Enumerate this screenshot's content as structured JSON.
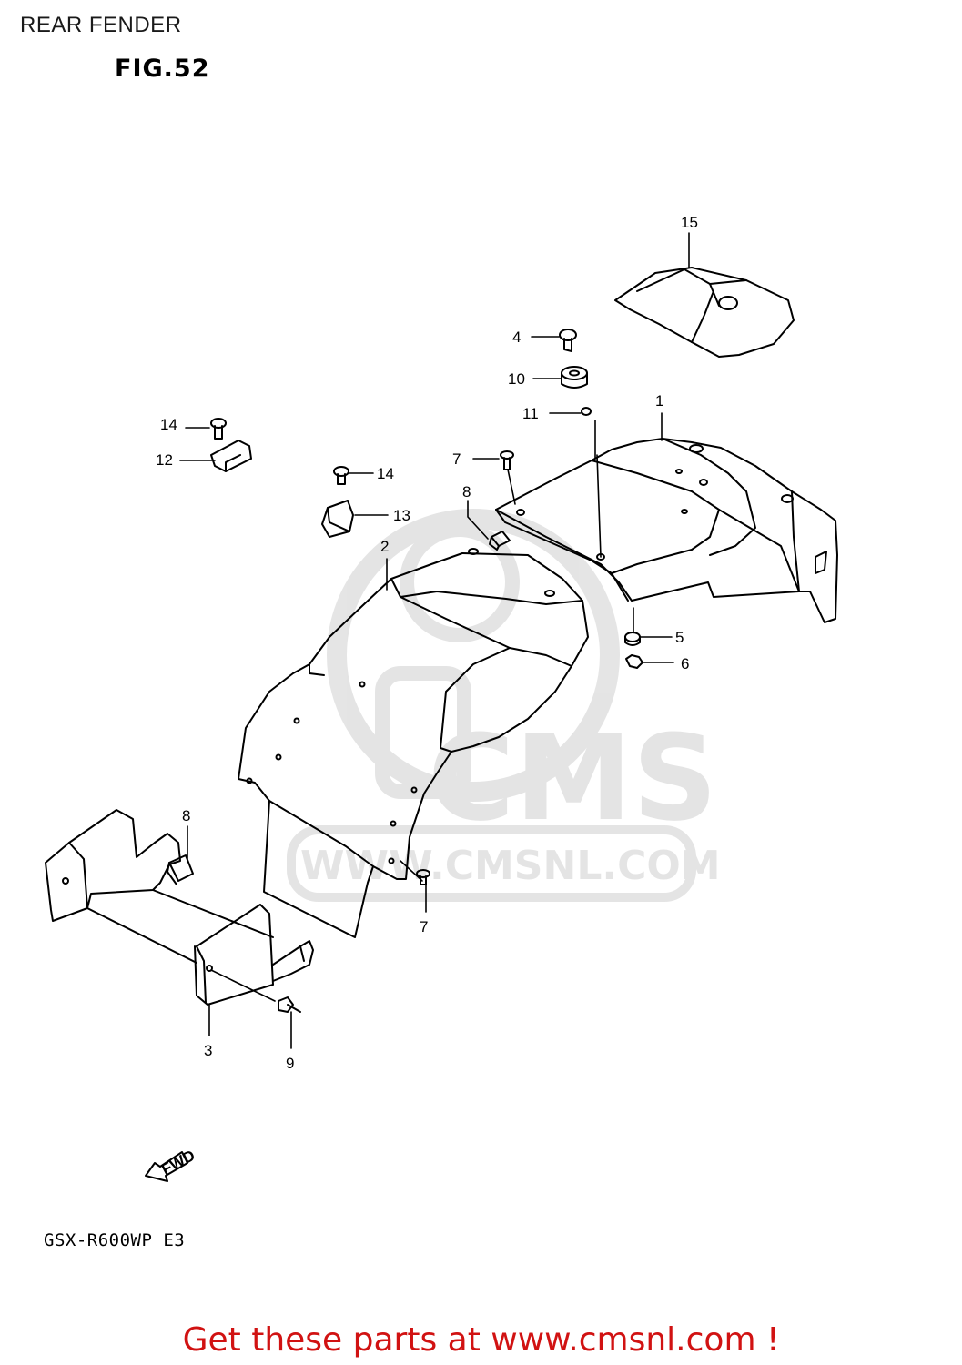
{
  "page": {
    "title": "REAR FENDER",
    "figure": "FIG.52",
    "model": "GSX-R600WP E3",
    "footer": "Get these parts at www.cmsnl.com !"
  },
  "watermark": {
    "brand": "CMS",
    "url": "WWW.CMSNL.COM"
  },
  "fwd_arrow": {
    "label": "FWD"
  },
  "parts": [
    {
      "id": "part-1",
      "number": "1"
    },
    {
      "id": "part-2",
      "number": "2"
    },
    {
      "id": "part-3",
      "number": "3"
    },
    {
      "id": "part-4",
      "number": "4"
    },
    {
      "id": "part-5",
      "number": "5"
    },
    {
      "id": "part-6",
      "number": "6"
    },
    {
      "id": "part-7a",
      "number": "7"
    },
    {
      "id": "part-7b",
      "number": "7"
    },
    {
      "id": "part-8a",
      "number": "8"
    },
    {
      "id": "part-8b",
      "number": "8"
    },
    {
      "id": "part-9",
      "number": "9"
    },
    {
      "id": "part-10",
      "number": "10"
    },
    {
      "id": "part-11",
      "number": "11"
    },
    {
      "id": "part-12",
      "number": "12"
    },
    {
      "id": "part-13",
      "number": "13"
    },
    {
      "id": "part-14a",
      "number": "14"
    },
    {
      "id": "part-14b",
      "number": "14"
    },
    {
      "id": "part-15",
      "number": "15"
    }
  ],
  "colors": {
    "line": "#000000",
    "watermark": "#e2e2e2",
    "footer": "#d11212"
  }
}
